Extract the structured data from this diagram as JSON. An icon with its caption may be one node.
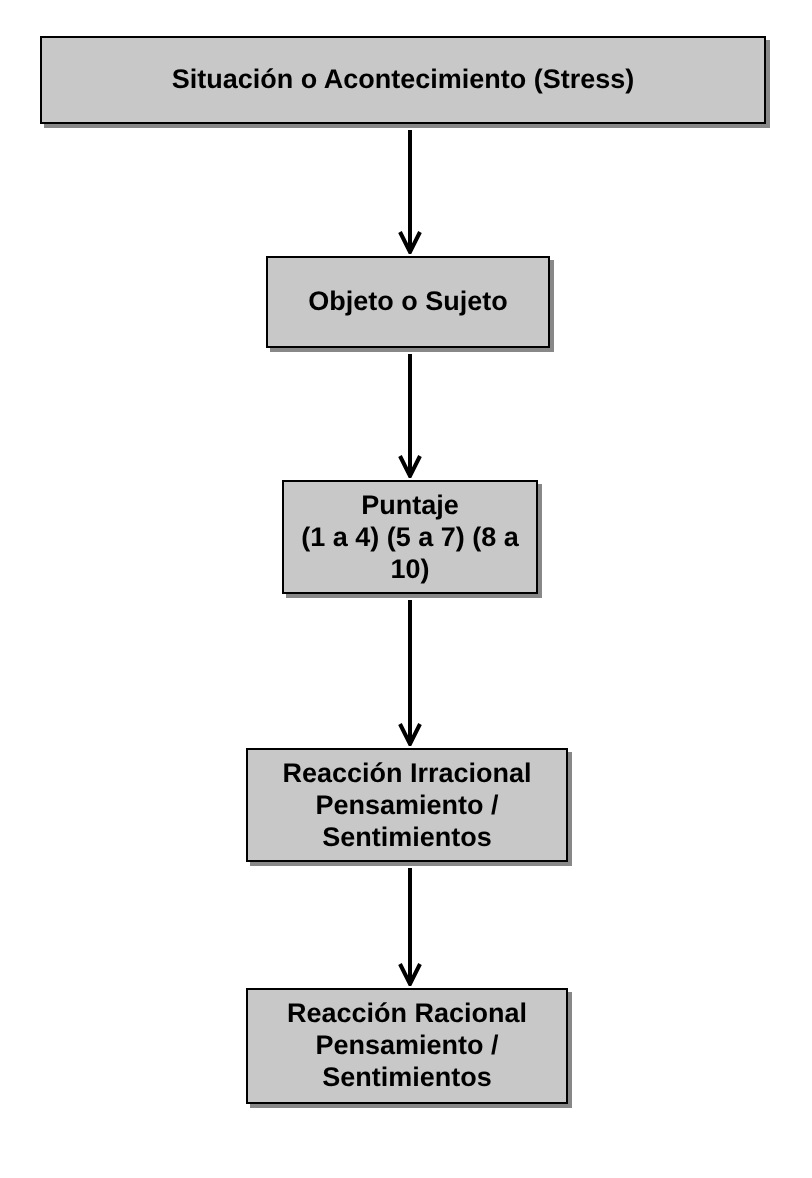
{
  "diagram": {
    "nodes": [
      {
        "text": [
          "Situación o Acontecimiento (Stress)"
        ]
      },
      {
        "text": [
          "Objeto o Sujeto"
        ]
      },
      {
        "text": [
          "Puntaje",
          "(1 a 4) (5 a 7) (8 a 10)"
        ]
      },
      {
        "text": [
          "Reacción Irracional",
          "Pensamiento / Sentimientos"
        ]
      },
      {
        "text": [
          "Reacción Racional",
          "Pensamiento / Sentimientos"
        ]
      }
    ],
    "edges": [
      {
        "from": 0,
        "to": 1,
        "arrow": "to"
      },
      {
        "from": 1,
        "to": 2,
        "arrow": "to"
      },
      {
        "from": 2,
        "to": 3,
        "arrow": "to"
      },
      {
        "from": 3,
        "to": 4,
        "arrow": "to"
      }
    ]
  }
}
